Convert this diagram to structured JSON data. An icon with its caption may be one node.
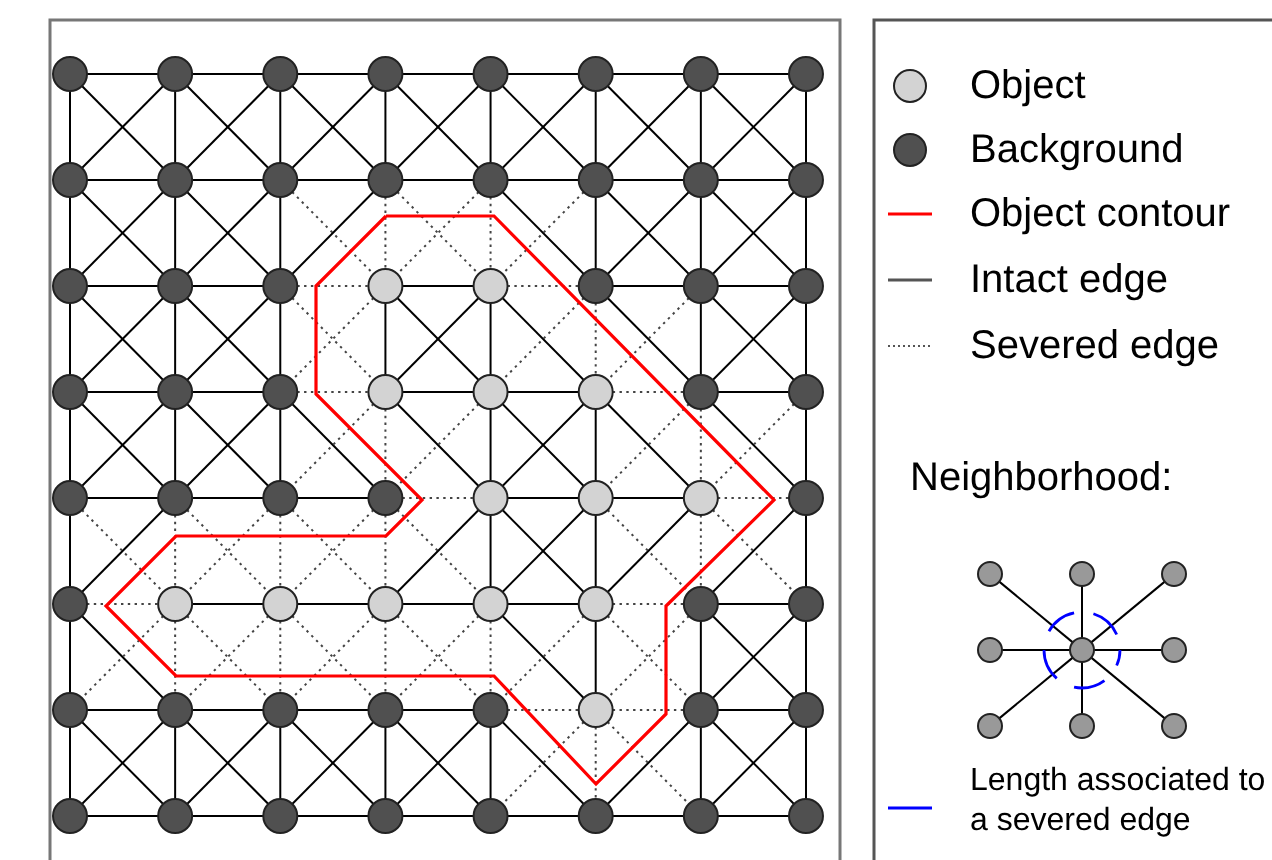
{
  "diagram": {
    "nodes": [
      {
        "text": [],
        "shape": "circle"
      },
      {
        "text": [],
        "shape": "circle"
      },
      {
        "text": [],
        "shape": "circle"
      },
      {
        "text": [],
        "shape": "circle"
      },
      {
        "text": [],
        "shape": "circle"
      },
      {
        "text": [],
        "shape": "circle"
      },
      {
        "text": [],
        "shape": "circle"
      },
      {
        "text": [],
        "shape": "circle"
      },
      {
        "text": [],
        "shape": "circle"
      },
      {
        "text": [],
        "shape": "circle"
      },
      {
        "text": [],
        "shape": "circle"
      },
      {
        "text": [],
        "shape": "circle"
      },
      {
        "text": [],
        "shape": "circle"
      },
      {
        "text": [],
        "shape": "circle"
      },
      {
        "text": [],
        "shape": "circle"
      },
      {
        "text": [],
        "shape": "circle"
      },
      {
        "text": [],
        "shape": "circle"
      },
      {
        "text": [],
        "shape": "circle"
      },
      {
        "text": [],
        "shape": "circle"
      },
      {
        "text": [],
        "shape": "circle"
      },
      {
        "text": [],
        "shape": "circle"
      },
      {
        "text": [],
        "shape": "circle"
      },
      {
        "text": [],
        "shape": "circle"
      },
      {
        "text": [],
        "shape": "circle"
      },
      {
        "text": [],
        "shape": "circle"
      },
      {
        "text": [],
        "shape": "circle"
      },
      {
        "text": [],
        "shape": "circle"
      },
      {
        "text": [],
        "shape": "circle"
      },
      {
        "text": [],
        "shape": "circle"
      },
      {
        "text": [],
        "shape": "circle"
      },
      {
        "text": [],
        "shape": "circle"
      },
      {
        "text": [],
        "shape": "circle"
      },
      {
        "text": [],
        "shape": "circle"
      },
      {
        "text": [],
        "shape": "circle"
      },
      {
        "text": [],
        "shape": "circle"
      },
      {
        "text": [],
        "shape": "circle"
      },
      {
        "text": [],
        "shape": "circle"
      },
      {
        "text": [],
        "shape": "circle"
      },
      {
        "text": [],
        "shape": "circle"
      },
      {
        "text": [],
        "shape": "circle"
      },
      {
        "text": [],
        "shape": "circle"
      },
      {
        "text": [],
        "shape": "circle"
      },
      {
        "text": [],
        "shape": "circle"
      },
      {
        "text": [],
        "shape": "circle"
      },
      {
        "text": [],
        "shape": "circle"
      },
      {
        "text": [],
        "shape": "circle"
      },
      {
        "text": [],
        "shape": "circle"
      },
      {
        "text": [],
        "shape": "circle"
      },
      {
        "text": [],
        "shape": "circle"
      },
      {
        "text": [],
        "shape": "circle"
      },
      {
        "text": [],
        "shape": "circle"
      },
      {
        "text": [],
        "shape": "circle"
      },
      {
        "text": [],
        "shape": "circle"
      },
      {
        "text": [],
        "shape": "circle"
      },
      {
        "text": [],
        "shape": "circle"
      },
      {
        "text": [],
        "shape": "circle"
      },
      {
        "text": [],
        "shape": "circle"
      },
      {
        "text": [],
        "shape": "circle"
      },
      {
        "text": [],
        "shape": "circle"
      },
      {
        "text": [],
        "shape": "circle"
      },
      {
        "text": [],
        "shape": "circle"
      },
      {
        "text": [],
        "shape": "circle"
      },
      {
        "text": [],
        "shape": "circle"
      },
      {
        "text": [],
        "shape": "circle"
      },
      {
        "text": [],
        "shape": "circle"
      },
      {
        "text": [],
        "shape": "circle"
      },
      {
        "text": [],
        "shape": "circle"
      },
      {
        "text": [],
        "shape": "circle"
      },
      {
        "text": [],
        "shape": "circle"
      },
      {
        "text": [],
        "shape": "circle"
      },
      {
        "text": [],
        "shape": "circle"
      },
      {
        "text": [],
        "shape": "circle"
      },
      {
        "text": [],
        "shape": "circle"
      }
    ],
    "edges": [
      {
        "from": 0,
        "to": 1,
        "arrow": "none"
      },
      {
        "from": 0,
        "to": 8,
        "arrow": "none"
      },
      {
        "from": 0,
        "to": 9,
        "arrow": "none"
      },
      {
        "from": 1,
        "to": 2,
        "arrow": "none"
      },
      {
        "from": 1,
        "to": 9,
        "arrow": "none"
      },
      {
        "from": 1,
        "to": 10,
        "arrow": "none"
      },
      {
        "from": 1,
        "to": 8,
        "arrow": "none"
      },
      {
        "from": 2,
        "to": 3,
        "arrow": "none"
      },
      {
        "from": 2,
        "to": 10,
        "arrow": "none"
      },
      {
        "from": 2,
        "to": 11,
        "arrow": "none"
      },
      {
        "from": 2,
        "to": 9,
        "arrow": "none"
      },
      {
        "from": 3,
        "to": 4,
        "arrow": "none"
      },
      {
        "from": 3,
        "to": 11,
        "arrow": "none"
      },
      {
        "from": 3,
        "to": 12,
        "arrow": "none"
      },
      {
        "from": 3,
        "to": 10,
        "arrow": "none"
      },
      {
        "from": 4,
        "to": 5,
        "arrow": "none"
      },
      {
        "from": 4,
        "to": 12,
        "arrow": "none"
      },
      {
        "from": 4,
        "to": 13,
        "arrow": "none"
      },
      {
        "from": 4,
        "to": 11,
        "arrow": "none"
      },
      {
        "from": 5,
        "to": 6,
        "arrow": "none"
      },
      {
        "from": 5,
        "to": 13,
        "arrow": "none"
      },
      {
        "from": 5,
        "to": 14,
        "arrow": "none"
      },
      {
        "from": 5,
        "to": 12,
        "arrow": "none"
      },
      {
        "from": 6,
        "to": 7,
        "arrow": "none"
      },
      {
        "from": 6,
        "to": 14,
        "arrow": "none"
      },
      {
        "from": 6,
        "to": 15,
        "arrow": "none"
      },
      {
        "from": 6,
        "to": 13,
        "arrow": "none"
      },
      {
        "from": 7,
        "to": 15,
        "arrow": "none"
      },
      {
        "from": 7,
        "to": 14,
        "arrow": "none"
      },
      {
        "from": 8,
        "to": 9,
        "arrow": "none"
      },
      {
        "from": 8,
        "to": 16,
        "arrow": "none"
      },
      {
        "from": 8,
        "to": 17,
        "arrow": "none"
      },
      {
        "from": 9,
        "to": 10,
        "arrow": "none"
      },
      {
        "from": 9,
        "to": 17,
        "arrow": "none"
      },
      {
        "from": 9,
        "to": 18,
        "arrow": "none"
      },
      {
        "from": 9,
        "to": 16,
        "arrow": "none"
      },
      {
        "from": 10,
        "to": 11,
        "arrow": "none"
      },
      {
        "from": 10,
        "to": 18,
        "arrow": "none"
      },
      {
        "from": 10,
        "to": 19,
        "arrow": "none",
        "style": "dashed"
      },
      {
        "from": 10,
        "to": 17,
        "arrow": "none"
      },
      {
        "from": 11,
        "to": 12,
        "arrow": "none"
      },
      {
        "from": 11,
        "to": 19,
        "arrow": "none",
        "style": "dashed"
      },
      {
        "from": 11,
        "to": 20,
        "arrow": "none",
        "style": "dashed"
      },
      {
        "from": 11,
        "to": 18,
        "arrow": "none"
      },
      {
        "from": 12,
        "to": 13,
        "arrow": "none"
      },
      {
        "from": 12,
        "to": 20,
        "arrow": "none",
        "style": "dashed"
      },
      {
        "from": 12,
        "to": 21,
        "arrow": "none"
      },
      {
        "from": 12,
        "to": 19,
        "arrow": "none",
        "style": "dashed"
      },
      {
        "from": 13,
        "to": 14,
        "arrow": "none"
      },
      {
        "from": 13,
        "to": 21,
        "arrow": "none"
      },
      {
        "from": 13,
        "to": 22,
        "arrow": "none"
      },
      {
        "from": 13,
        "to": 20,
        "arrow": "none",
        "style": "dashed"
      },
      {
        "from": 14,
        "to": 15,
        "arrow": "none"
      },
      {
        "from": 14,
        "to": 22,
        "arrow": "none"
      },
      {
        "from": 14,
        "to": 23,
        "arrow": "none"
      },
      {
        "from": 14,
        "to": 21,
        "arrow": "none"
      },
      {
        "from": 15,
        "to": 23,
        "arrow": "none"
      },
      {
        "from": 15,
        "to": 22,
        "arrow": "none"
      },
      {
        "from": 16,
        "to": 17,
        "arrow": "none"
      },
      {
        "from": 16,
        "to": 24,
        "arrow": "none"
      },
      {
        "from": 16,
        "to": 25,
        "arrow": "none"
      },
      {
        "from": 17,
        "to": 18,
        "arrow": "none"
      },
      {
        "from": 17,
        "to": 25,
        "arrow": "none"
      },
      {
        "from": 17,
        "to": 26,
        "arrow": "none"
      },
      {
        "from": 17,
        "to": 24,
        "arrow": "none"
      },
      {
        "from": 18,
        "to": 19,
        "arrow": "none",
        "style": "dashed"
      },
      {
        "from": 18,
        "to": 26,
        "arrow": "none"
      },
      {
        "from": 18,
        "to": 27,
        "arrow": "none",
        "style": "dashed"
      },
      {
        "from": 18,
        "to": 25,
        "arrow": "none"
      },
      {
        "from": 19,
        "to": 20,
        "arrow": "none"
      },
      {
        "from": 19,
        "to": 27,
        "arrow": "none"
      },
      {
        "from": 19,
        "to": 28,
        "arrow": "none"
      },
      {
        "from": 19,
        "to": 26,
        "arrow": "none",
        "style": "dashed"
      },
      {
        "from": 20,
        "to": 21,
        "arrow": "none",
        "style": "dashed"
      },
      {
        "from": 20,
        "to": 28,
        "arrow": "none"
      },
      {
        "from": 20,
        "to": 29,
        "arrow": "none"
      },
      {
        "from": 20,
        "to": 27,
        "arrow": "none"
      },
      {
        "from": 21,
        "to": 22,
        "arrow": "none"
      },
      {
        "from": 21,
        "to": 29,
        "arrow": "none",
        "style": "dashed"
      },
      {
        "from": 21,
        "to": 30,
        "arrow": "none"
      },
      {
        "from": 21,
        "to": 28,
        "arrow": "none",
        "style": "dashed"
      },
      {
        "from": 22,
        "to": 23,
        "arrow": "none"
      },
      {
        "from": 22,
        "to": 30,
        "arrow": "none"
      },
      {
        "from": 22,
        "to": 31,
        "arrow": "none"
      },
      {
        "from": 22,
        "to": 29,
        "arrow": "none",
        "style": "dashed"
      },
      {
        "from": 23,
        "to": 31,
        "arrow": "none"
      },
      {
        "from": 23,
        "to": 30,
        "arrow": "none"
      },
      {
        "from": 24,
        "to": 25,
        "arrow": "none"
      },
      {
        "from": 24,
        "to": 32,
        "arrow": "none"
      },
      {
        "from": 24,
        "to": 33,
        "arrow": "none"
      },
      {
        "from": 25,
        "to": 26,
        "arrow": "none"
      },
      {
        "from": 25,
        "to": 33,
        "arrow": "none"
      },
      {
        "from": 25,
        "to": 34,
        "arrow": "none"
      },
      {
        "from": 25,
        "to": 32,
        "arrow": "none"
      },
      {
        "from": 26,
        "to": 27,
        "arrow": "none",
        "style": "dashed"
      },
      {
        "from": 26,
        "to": 34,
        "arrow": "none"
      },
      {
        "from": 26,
        "to": 35,
        "arrow": "none"
      },
      {
        "from": 26,
        "to": 33,
        "arrow": "none"
      },
      {
        "from": 27,
        "to": 28,
        "arrow": "none"
      },
      {
        "from": 27,
        "to": 35,
        "arrow": "none",
        "style": "dashed"
      },
      {
        "from": 27,
        "to": 36,
        "arrow": "none"
      },
      {
        "from": 27,
        "to": 34,
        "arrow": "none",
        "style": "dashed"
      },
      {
        "from": 28,
        "to": 29,
        "arrow": "none"
      },
      {
        "from": 28,
        "to": 36,
        "arrow": "none"
      },
      {
        "from": 28,
        "to": 37,
        "arrow": "none"
      },
      {
        "from": 28,
        "to": 35,
        "arrow": "none",
        "style": "dashed"
      },
      {
        "from": 29,
        "to": 30,
        "arrow": "none",
        "style": "dashed"
      },
      {
        "from": 29,
        "to": 37,
        "arrow": "none"
      },
      {
        "from": 29,
        "to": 38,
        "arrow": "none"
      },
      {
        "from": 29,
        "to": 36,
        "arrow": "none"
      },
      {
        "from": 30,
        "to": 31,
        "arrow": "none"
      },
      {
        "from": 30,
        "to": 38,
        "arrow": "none",
        "style": "dashed"
      },
      {
        "from": 30,
        "to": 39,
        "arrow": "none"
      },
      {
        "from": 30,
        "to": 37,
        "arrow": "none",
        "style": "dashed"
      },
      {
        "from": 31,
        "to": 39,
        "arrow": "none"
      },
      {
        "from": 31,
        "to": 38,
        "arrow": "none",
        "style": "dashed"
      },
      {
        "from": 32,
        "to": 33,
        "arrow": "none"
      },
      {
        "from": 32,
        "to": 40,
        "arrow": "none"
      },
      {
        "from": 32,
        "to": 41,
        "arrow": "none",
        "style": "dashed"
      },
      {
        "from": 33,
        "to": 34,
        "arrow": "none"
      },
      {
        "from": 33,
        "to": 41,
        "arrow": "none",
        "style": "dashed"
      },
      {
        "from": 33,
        "to": 42,
        "arrow": "none",
        "style": "dashed"
      },
      {
        "from": 33,
        "to": 40,
        "arrow": "none"
      },
      {
        "from": 34,
        "to": 35,
        "arrow": "none"
      },
      {
        "from": 34,
        "to": 42,
        "arrow": "none",
        "style": "dashed"
      },
      {
        "from": 34,
        "to": 43,
        "arrow": "none",
        "style": "dashed"
      },
      {
        "from": 34,
        "to": 41,
        "arrow": "none",
        "style": "dashed"
      },
      {
        "from": 35,
        "to": 36,
        "arrow": "none",
        "style": "dashed"
      },
      {
        "from": 35,
        "to": 43,
        "arrow": "none",
        "style": "dashed"
      },
      {
        "from": 35,
        "to": 44,
        "arrow": "none",
        "style": "dashed"
      },
      {
        "from": 35,
        "to": 42,
        "arrow": "none",
        "style": "dashed"
      },
      {
        "from": 36,
        "to": 37,
        "arrow": "none"
      },
      {
        "from": 36,
        "to": 44,
        "arrow": "none"
      },
      {
        "from": 36,
        "to": 45,
        "arrow": "none"
      },
      {
        "from": 36,
        "to": 43,
        "arrow": "none"
      },
      {
        "from": 37,
        "to": 38,
        "arrow": "none"
      },
      {
        "from": 37,
        "to": 45,
        "arrow": "none"
      },
      {
        "from": 37,
        "to": 46,
        "arrow": "none",
        "style": "dashed"
      },
      {
        "from": 37,
        "to": 44,
        "arrow": "none"
      },
      {
        "from": 38,
        "to": 39,
        "arrow": "none",
        "style": "dashed"
      },
      {
        "from": 38,
        "to": 46,
        "arrow": "none",
        "style": "dashed"
      },
      {
        "from": 38,
        "to": 47,
        "arrow": "none",
        "style": "dashed"
      },
      {
        "from": 38,
        "to": 45,
        "arrow": "none"
      },
      {
        "from": 39,
        "to": 47,
        "arrow": "none"
      },
      {
        "from": 39,
        "to": 46,
        "arrow": "none"
      },
      {
        "from": 40,
        "to": 41,
        "arrow": "none",
        "style": "dashed"
      },
      {
        "from": 40,
        "to": 48,
        "arrow": "none"
      },
      {
        "from": 40,
        "to": 49,
        "arrow": "none"
      },
      {
        "from": 41,
        "to": 42,
        "arrow": "none"
      },
      {
        "from": 41,
        "to": 49,
        "arrow": "none",
        "style": "dashed"
      },
      {
        "from": 41,
        "to": 50,
        "arrow": "none",
        "style": "dashed"
      },
      {
        "from": 41,
        "to": 48,
        "arrow": "none",
        "style": "dashed"
      },
      {
        "from": 42,
        "to": 43,
        "arrow": "none"
      },
      {
        "from": 42,
        "to": 50,
        "arrow": "none",
        "style": "dashed"
      },
      {
        "from": 42,
        "to": 51,
        "arrow": "none",
        "style": "dashed"
      },
      {
        "from": 42,
        "to": 49,
        "arrow": "none",
        "style": "dashed"
      },
      {
        "from": 43,
        "to": 44,
        "arrow": "none"
      },
      {
        "from": 43,
        "to": 51,
        "arrow": "none",
        "style": "dashed"
      },
      {
        "from": 43,
        "to": 52,
        "arrow": "none",
        "style": "dashed"
      },
      {
        "from": 43,
        "to": 50,
        "arrow": "none",
        "style": "dashed"
      },
      {
        "from": 44,
        "to": 45,
        "arrow": "none"
      },
      {
        "from": 44,
        "to": 52,
        "arrow": "none",
        "style": "dashed"
      },
      {
        "from": 44,
        "to": 53,
        "arrow": "none"
      },
      {
        "from": 44,
        "to": 51,
        "arrow": "none",
        "style": "dashed"
      },
      {
        "from": 45,
        "to": 46,
        "arrow": "none",
        "style": "dashed"
      },
      {
        "from": 45,
        "to": 53,
        "arrow": "none"
      },
      {
        "from": 45,
        "to": 54,
        "arrow": "none",
        "style": "dashed"
      },
      {
        "from": 45,
        "to": 52,
        "arrow": "none",
        "style": "dashed"
      },
      {
        "from": 46,
        "to": 47,
        "arrow": "none"
      },
      {
        "from": 46,
        "to": 54,
        "arrow": "none"
      },
      {
        "from": 46,
        "to": 55,
        "arrow": "none"
      },
      {
        "from": 46,
        "to": 53,
        "arrow": "none",
        "style": "dashed"
      },
      {
        "from": 47,
        "to": 55,
        "arrow": "none"
      },
      {
        "from": 47,
        "to": 54,
        "arrow": "none"
      },
      {
        "from": 48,
        "to": 49,
        "arrow": "none"
      },
      {
        "from": 48,
        "to": 56,
        "arrow": "none"
      },
      {
        "from": 48,
        "to": 57,
        "arrow": "none"
      },
      {
        "from": 49,
        "to": 50,
        "arrow": "none"
      },
      {
        "from": 49,
        "to": 57,
        "arrow": "none"
      },
      {
        "from": 49,
        "to": 58,
        "arrow": "none"
      },
      {
        "from": 49,
        "to": 56,
        "arrow": "none"
      },
      {
        "from": 50,
        "to": 51,
        "arrow": "none"
      },
      {
        "from": 50,
        "to": 58,
        "arrow": "none"
      },
      {
        "from": 50,
        "to": 59,
        "arrow": "none"
      },
      {
        "from": 50,
        "to": 57,
        "arrow": "none"
      },
      {
        "from": 51,
        "to": 52,
        "arrow": "none"
      },
      {
        "from": 51,
        "to": 59,
        "arrow": "none"
      },
      {
        "from": 51,
        "to": 60,
        "arrow": "none"
      },
      {
        "from": 51,
        "to": 58,
        "arrow": "none"
      },
      {
        "from": 52,
        "to": 53,
        "arrow": "none",
        "style": "dashed"
      },
      {
        "from": 52,
        "to": 60,
        "arrow": "none"
      },
      {
        "from": 52,
        "to": 61,
        "arrow": "none"
      },
      {
        "from": 52,
        "to": 59,
        "arrow": "none"
      },
      {
        "from": 53,
        "to": 54,
        "arrow": "none",
        "style": "dashed"
      },
      {
        "from": 53,
        "to": 61,
        "arrow": "none",
        "style": "dashed"
      },
      {
        "from": 53,
        "to": 62,
        "arrow": "none",
        "style": "dashed"
      },
      {
        "from": 53,
        "to": 60,
        "arrow": "none",
        "style": "dashed"
      },
      {
        "from": 54,
        "to": 55,
        "arrow": "none"
      },
      {
        "from": 54,
        "to": 62,
        "arrow": "none"
      },
      {
        "from": 54,
        "to": 63,
        "arrow": "none"
      },
      {
        "from": 54,
        "to": 61,
        "arrow": "none"
      },
      {
        "from": 55,
        "to": 63,
        "arrow": "none"
      },
      {
        "from": 55,
        "to": 62,
        "arrow": "none"
      },
      {
        "from": 56,
        "to": 57,
        "arrow": "none"
      },
      {
        "from": 57,
        "to": 58,
        "arrow": "none"
      },
      {
        "from": 58,
        "to": 59,
        "arrow": "none"
      },
      {
        "from": 59,
        "to": 60,
        "arrow": "none"
      },
      {
        "from": 60,
        "to": 61,
        "arrow": "none"
      },
      {
        "from": 61,
        "to": 62,
        "arrow": "none"
      },
      {
        "from": 62,
        "to": 63,
        "arrow": "none"
      },
      {
        "from": 68,
        "to": 64,
        "arrow": "none"
      },
      {
        "from": 68,
        "to": 65,
        "arrow": "none"
      },
      {
        "from": 68,
        "to": 66,
        "arrow": "none"
      },
      {
        "from": 68,
        "to": 67,
        "arrow": "none"
      },
      {
        "from": 68,
        "to": 69,
        "arrow": "none"
      },
      {
        "from": 68,
        "to": 70,
        "arrow": "none"
      },
      {
        "from": 68,
        "to": 71,
        "arrow": "none"
      },
      {
        "from": 68,
        "to": 72,
        "arrow": "none"
      }
    ],
    "labels": [
      "Neighborhood:"
    ],
    "legend": [
      {
        "text": "Object"
      },
      {
        "text": "Background"
      },
      {
        "text": "Object contour"
      },
      {
        "text": "Intact edge"
      },
      {
        "text": "Severed edge"
      },
      {
        "text": "Length associated to a severed edge"
      }
    ]
  }
}
